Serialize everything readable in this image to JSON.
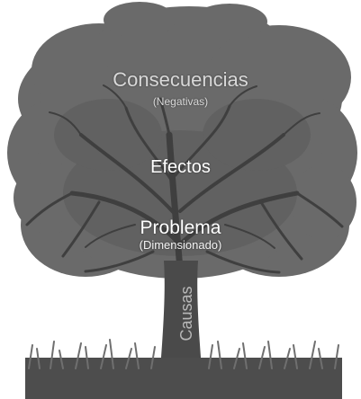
{
  "labels": {
    "consequences": "Consecuencias",
    "consequences_sub": "(Negativas)",
    "effects": "Efectos",
    "problem": "Problema",
    "problem_sub": "(Dimensionado)",
    "causes": "Causas"
  },
  "colors": {
    "canopy": "#6a6a6a",
    "canopy_dark": "#565656",
    "branches": "#3f3f3f",
    "trunk": "#4a4a4a",
    "ground": "#4d4d4d",
    "grass": "#707070",
    "background": "#ffffff"
  }
}
